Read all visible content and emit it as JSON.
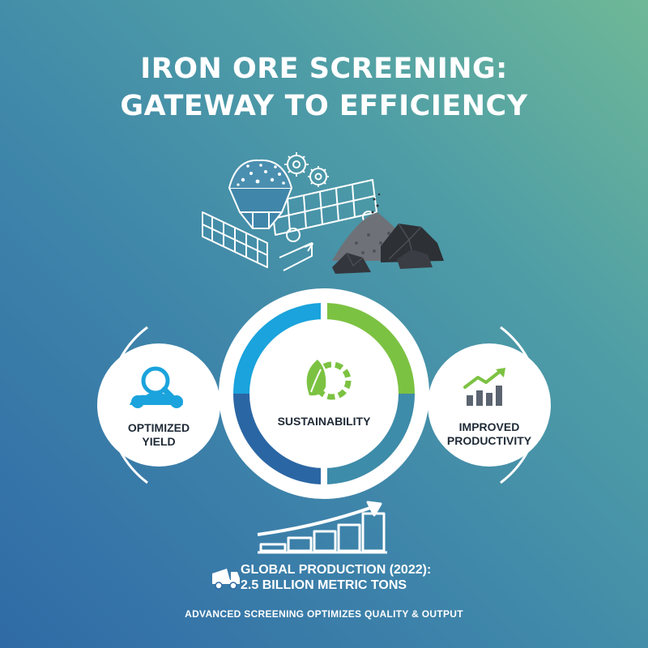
{
  "title": {
    "line1": "IRON ORE SCREENING:",
    "line2": "GATEWAY TO EFFICIENCY"
  },
  "benefits": {
    "left": {
      "line1": "OPTIMIZED",
      "line2": "YIELD",
      "icon": "magnifier-ore-icon"
    },
    "center": {
      "label": "SUSTAINABILITY",
      "icon": "leaf-gear-icon"
    },
    "right": {
      "line1": "IMPROVED",
      "line2": "PRODUCTIVITY",
      "icon": "growth-chart-icon"
    }
  },
  "production": {
    "line1": "GLOBAL PRODUCTION (2022):",
    "line2": "2.5 BILLION METRIC TONS",
    "icon": "dump-truck-icon"
  },
  "footer": "ADVANCED SCREENING OPTIMIZES QUALITY & OUTPUT",
  "colors": {
    "ring_blue": "#1aa3dc",
    "ring_green": "#7cc242",
    "ring_dark_blue": "#2b66a4",
    "ring_teal": "#3d8ca9",
    "label_dark": "#1f2a37"
  }
}
